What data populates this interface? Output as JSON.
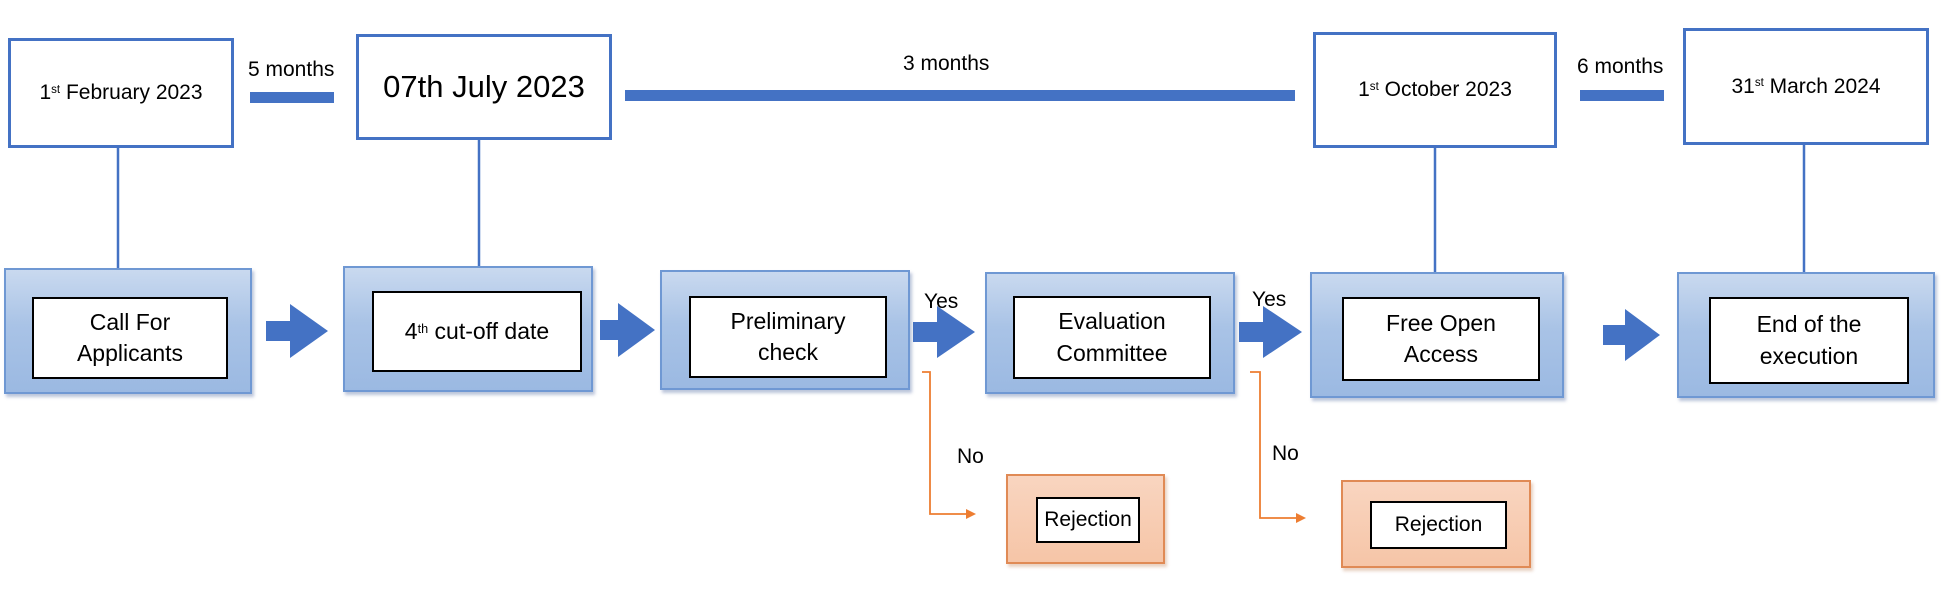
{
  "dates": [
    {
      "id": "d1",
      "pre": "1",
      "sup": "st",
      "post": " February 2023"
    },
    {
      "id": "d2",
      "pre": "07th July 2023",
      "sup": "",
      "post": ""
    },
    {
      "id": "d3",
      "pre": "1",
      "sup": "st",
      "post": " October 2023"
    },
    {
      "id": "d4",
      "pre": "31",
      "sup": "st",
      "post": " March 2024"
    }
  ],
  "gaps": [
    "5 months",
    "3 months",
    "6 months"
  ],
  "steps": [
    {
      "id": "call",
      "pre": "Call For\nApplicants",
      "sup": "",
      "post": ""
    },
    {
      "id": "cutoff",
      "pre": "4",
      "sup": "th",
      "post": " cut-off date"
    },
    {
      "id": "prelim",
      "pre": "Preliminary\ncheck",
      "sup": "",
      "post": ""
    },
    {
      "id": "eval",
      "pre": "Evaluation\nCommittee",
      "sup": "",
      "post": ""
    },
    {
      "id": "free",
      "pre": "Free Open\nAccess",
      "sup": "",
      "post": ""
    },
    {
      "id": "end",
      "pre": "End of the\nexecution",
      "sup": "",
      "post": ""
    }
  ],
  "branches": {
    "yes": "Yes",
    "no": "No"
  },
  "rejections": [
    "Rejection",
    "Rejection"
  ],
  "colors": {
    "timeline": "#4472c4",
    "flow_arrow": "#4472c4",
    "reject_arrow": "#ed7d31",
    "step_fill": "#a9c3e6",
    "reject_fill": "#f6c5a7"
  }
}
